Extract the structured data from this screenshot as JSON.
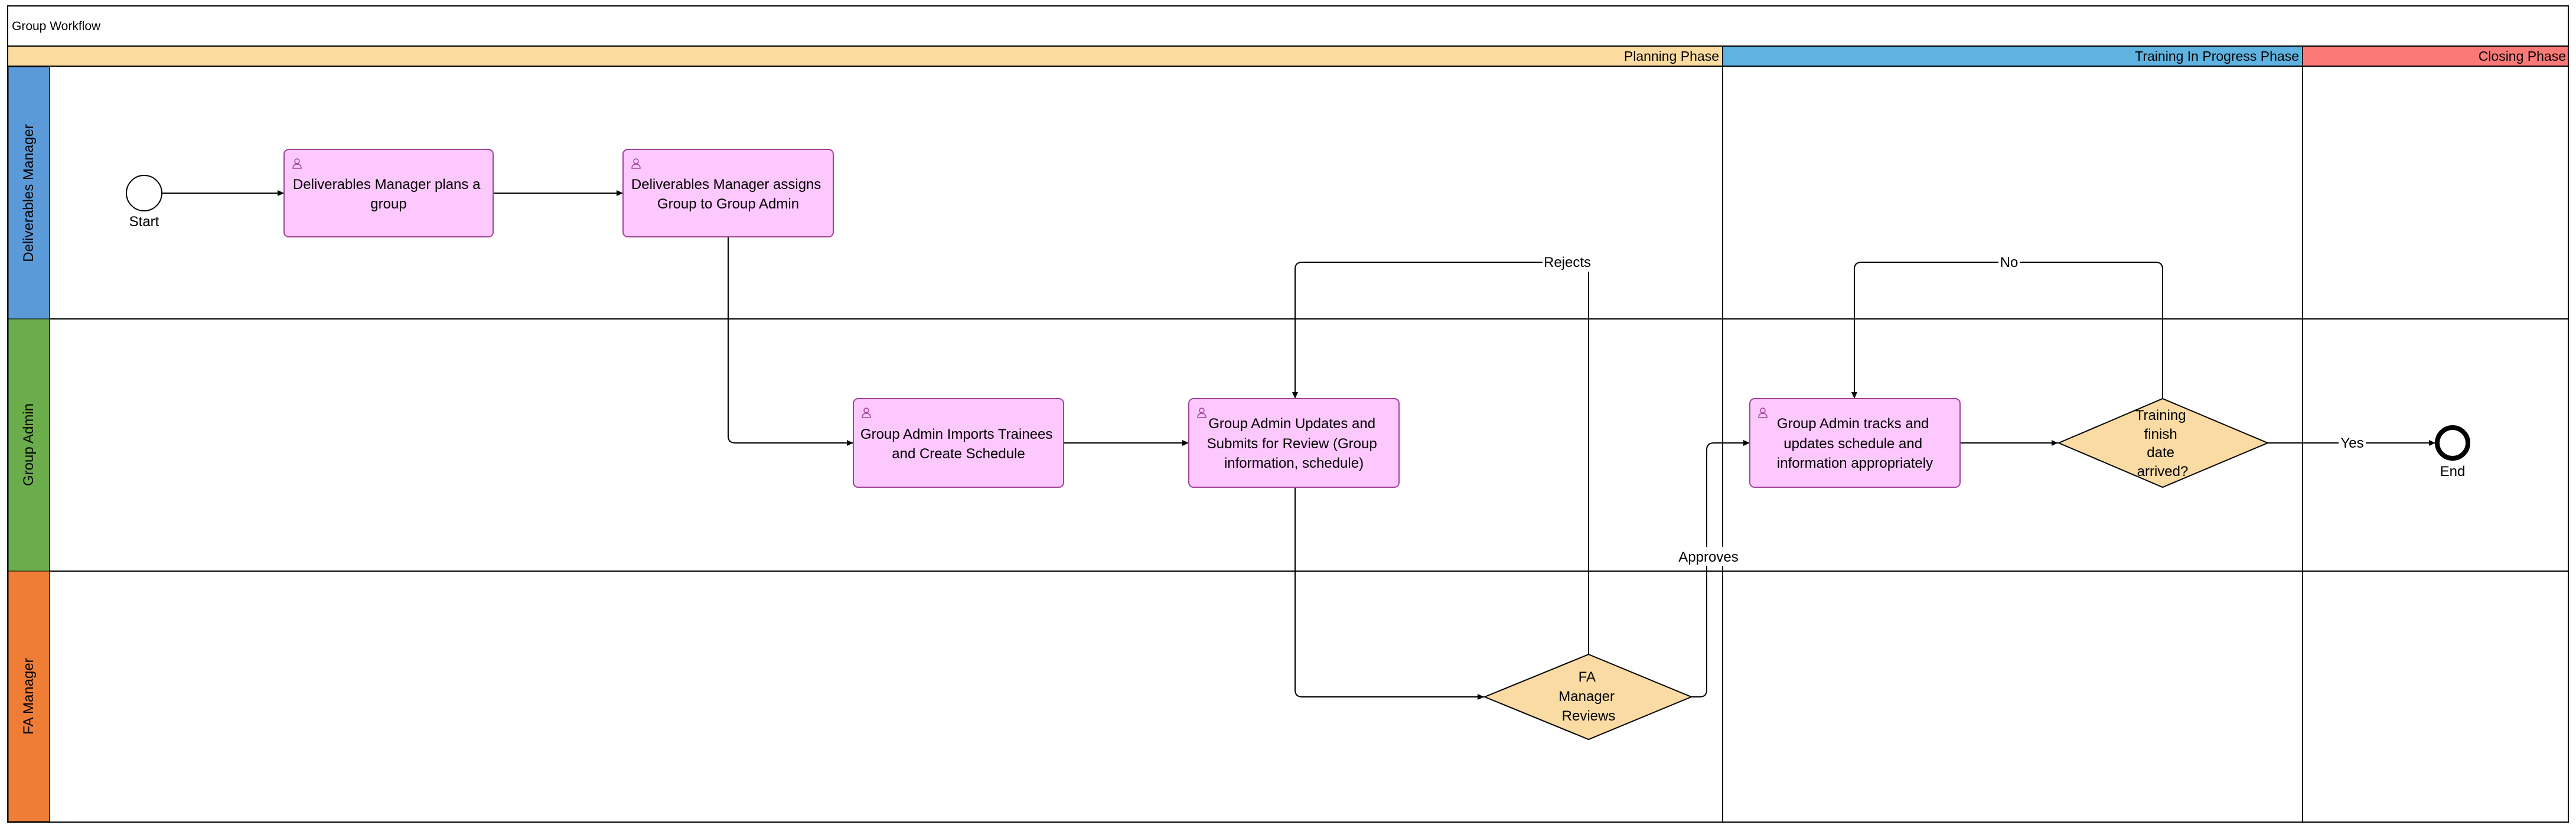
{
  "diagram": {
    "title": "Group Workflow",
    "colors": {
      "planning": "#fbdba0",
      "training": "#5fb3e0",
      "closing": "#fb7a78",
      "lane_deliverables": "#5a9ad8",
      "lane_group_admin": "#6cad4b",
      "lane_fa_manager": "#ef7d36",
      "task_fill": "#fdc8fd",
      "task_stroke": "#a0429b",
      "gateway_fill": "#f9dba3"
    },
    "phases": {
      "planning": "Planning Phase",
      "training": "Training In Progress Phase",
      "closing": "Closing Phase"
    },
    "lanes": {
      "deliverables_manager": "Deliverables Manager",
      "group_admin": "Group Admin",
      "fa_manager": "FA Manager"
    },
    "events": {
      "start": "Start",
      "end": "End"
    },
    "tasks": {
      "plan_group": [
        "Deliverables Manager plans a",
        "group"
      ],
      "assign_group": [
        "Deliverables Manager assigns",
        "Group to Group Admin"
      ],
      "import_trainees": [
        "Group Admin Imports Trainees",
        "and Create Schedule"
      ],
      "update_submit": [
        "Group Admin Updates and",
        "Submits for Review (Group",
        "information, schedule)"
      ],
      "track_update": [
        "Group Admin tracks and",
        "updates schedule and",
        "information appropriately"
      ]
    },
    "gateways": {
      "fa_review": [
        "FA",
        "Manager",
        "Reviews"
      ],
      "training_finish": [
        "Training",
        "finish",
        "date",
        "arrived?"
      ]
    },
    "flow_labels": {
      "rejects": "Rejects",
      "approves": "Approves",
      "no": "No",
      "yes": "Yes"
    }
  }
}
